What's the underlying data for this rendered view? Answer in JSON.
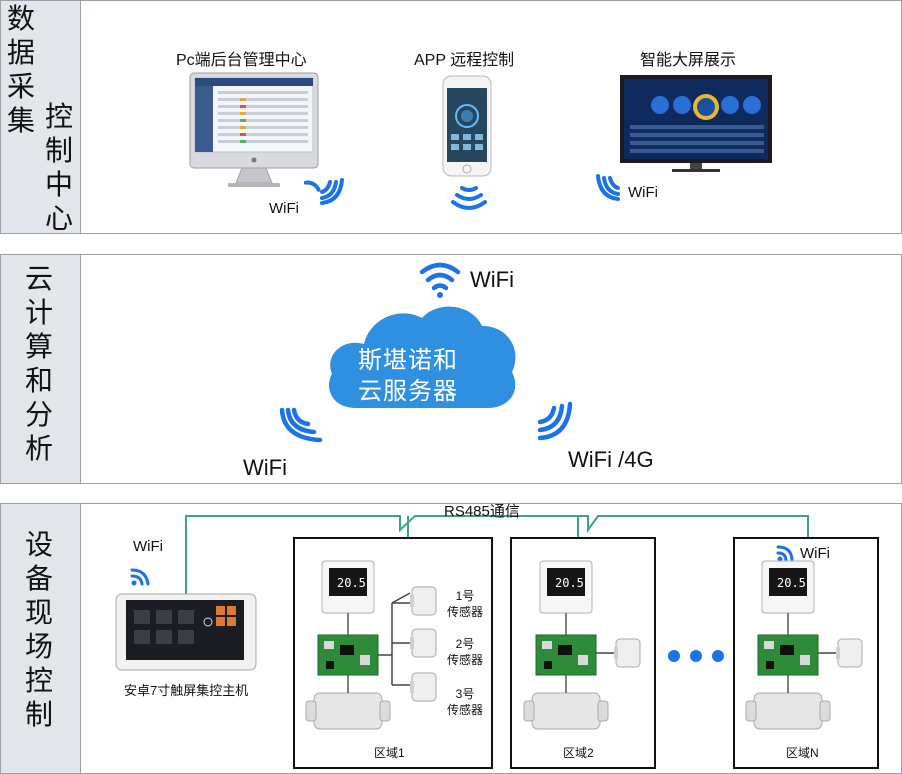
{
  "sections": {
    "top": {
      "label_a": "数据采集",
      "label_b": "控制中心"
    },
    "middle": {
      "label": "云计算和分析"
    },
    "bottom": {
      "label": "设备现场控制"
    }
  },
  "top": {
    "pc_title": "Pc端后台管理中心",
    "app_title": "APP 远程控制",
    "screen_title": "智能大屏展示",
    "wifi_pc": "WiFi",
    "wifi_screen": "WiFi"
  },
  "cloud": {
    "line1": "斯堪诺和",
    "line2": "云服务器",
    "wifi_top": "WiFi",
    "wifi_left": "WiFi",
    "wifi_right": "WiFi /4G"
  },
  "field": {
    "bus_label": "RS485通信",
    "host_wifi": "WiFi",
    "host_label": "安卓7寸触屏集控主机",
    "zone_n_wifi": "WiFi",
    "thermostat_display": "20.5",
    "zones": [
      {
        "name": "区域1",
        "sensors": [
          "1号\n传感器",
          "2号\n传感器",
          "3号\n传感器"
        ]
      },
      {
        "name": "区域2"
      },
      {
        "name": "区域N"
      }
    ]
  },
  "colors": {
    "wifi_blue": "#1a73e8",
    "cloud_blue": "#2f8fe0",
    "bus_green": "#3aa58c",
    "panel_gray": "#e2e5ea"
  }
}
